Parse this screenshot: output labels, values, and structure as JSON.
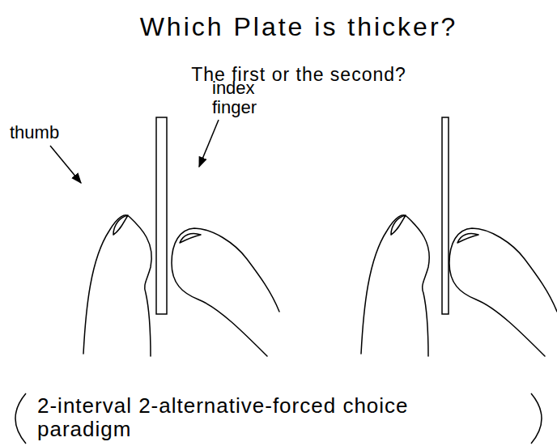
{
  "diagram": {
    "title": "Which Plate is thicker?",
    "caption": "2-interval 2-alternative-forced choice paradigm",
    "labels": [
      "The first or the second?",
      "thumb",
      "index finger"
    ]
  }
}
